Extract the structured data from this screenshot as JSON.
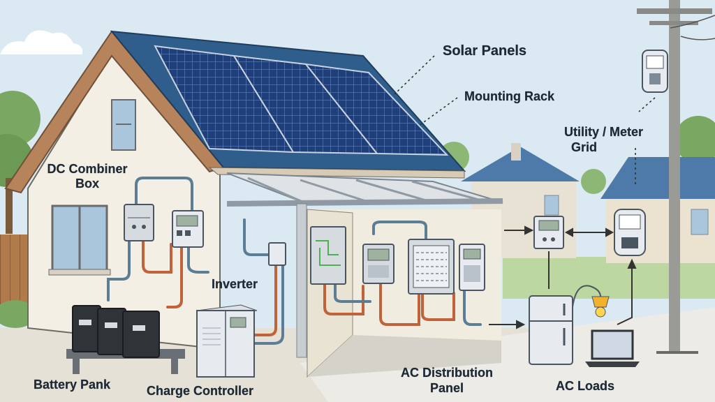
{
  "labels": {
    "solar_panels": "Solar Panels",
    "mounting_rack": "Mounting Rack",
    "utility_meter_line1": "Utility / Meter",
    "utility_meter_line2": "Grid",
    "dc_combiner_line1": "DC Combiner",
    "dc_combiner_line2": "Box",
    "inverter": "Inverter",
    "battery_bank": "Battery Pank",
    "charge_controller": "Charge Controller",
    "ac_distribution_line1": "AC Distribution",
    "ac_distribution_line2": "Panel",
    "ac_loads": "AC Loads"
  },
  "colors": {
    "sky": "#dbe9f2",
    "roof": "#2f5d8c",
    "panel": "#1f3f7a",
    "wall": "#f4efe4",
    "dc_wire": "#c0633b",
    "ac_wire": "#5b7d96",
    "battery": "#2f3438"
  }
}
